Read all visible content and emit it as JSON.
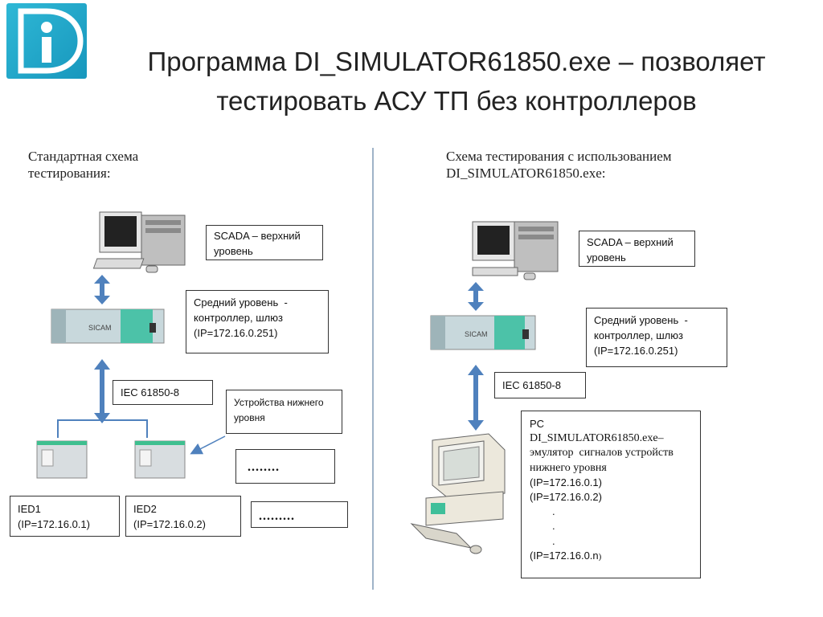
{
  "title": {
    "line1": "Программа DI_SIMULATOR61850.exe – позволяет",
    "line2": "тестировать АСУ ТП без контроллеров"
  },
  "logo": {
    "letter": "i"
  },
  "left": {
    "heading": [
      "Стандартная схема",
      "тестирования:"
    ],
    "scada_box": [
      "SCADA – верхний",
      "уровень"
    ],
    "middle_box": [
      "Средний уровень  -",
      "контроллер, шлюз",
      "(IP=172.16.0.251)"
    ],
    "protocol_box": "IEC 61850-8",
    "lower_devices_box": [
      "Устройства нижнего",
      "уровня"
    ],
    "dots_upper": "........",
    "dots_lower": ".........",
    "ied1_box": [
      "IED1",
      "(IP=172.16.0.1)"
    ],
    "ied2_box": [
      "IED2",
      "(IP=172.16.0.2)"
    ],
    "controller_label": "SICAM"
  },
  "right": {
    "heading": [
      "Схема тестирования с использованием",
      "DI_SIMULATOR61850.exe:"
    ],
    "scada_box": [
      "SCADA – верхний",
      "уровень"
    ],
    "middle_box": [
      "Средний уровень  -",
      "контроллер, шлюз",
      "(IP=172.16.0.251)"
    ],
    "protocol_box": "IEC 61850-8",
    "pc_box": {
      "line1": "PC",
      "line2": "DI_SIMULATOR61850.exe–",
      "line3": "эмулятор  сигналов устройств",
      "line4": "нижнего уровня",
      "line5": "(IP=172.16.0.1)",
      "line6": "(IP=172.16.0.2)",
      "line7": ".",
      "line8": ".",
      "line9": ".",
      "line10": "(IP=172.16.0.n",
      "line10_suffix": ")"
    },
    "controller_label": "SICAM"
  },
  "colors": {
    "arrow": "#4f81bd",
    "logo": "#1fa8cf",
    "controller": "#c8d8dc",
    "ied_green": "#3fbf8f",
    "pc_green": "#3fbf9a"
  }
}
